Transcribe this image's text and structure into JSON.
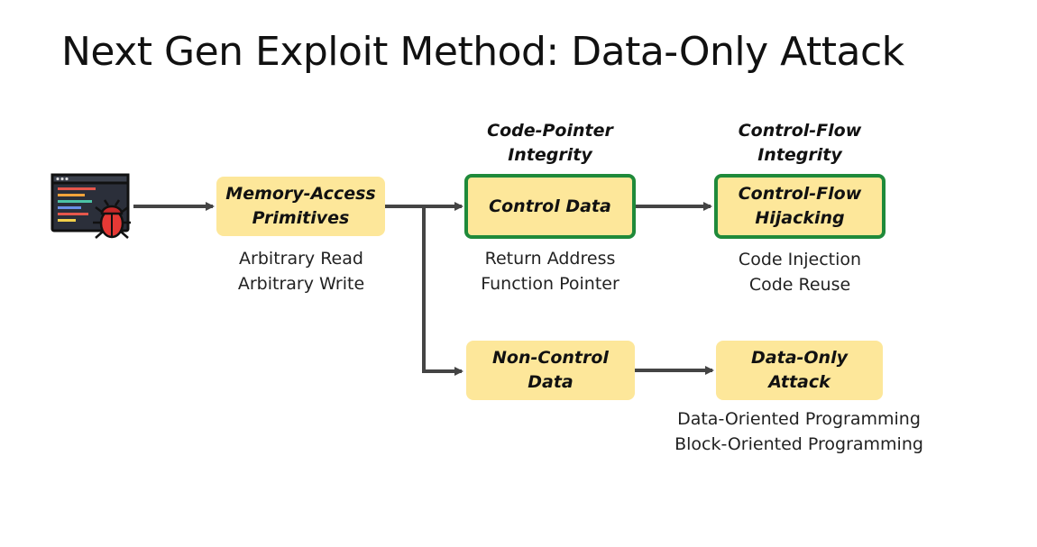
{
  "title": "Next Gen Exploit Method: Data-Only Attack",
  "icon": "buggy-program-window-icon",
  "colors": {
    "box_fill": "#fde79a",
    "protected_border": "#1f8a3a",
    "arrow": "#444444"
  },
  "nodes": {
    "memory_access": {
      "lines": [
        "Memory-Access",
        "Primitives"
      ],
      "caption": [
        "Arbitrary Read",
        "Arbitrary Write"
      ]
    },
    "control_data": {
      "lines": [
        "Control Data"
      ],
      "caption": [
        "Return Address",
        "Function Pointer"
      ],
      "defense": [
        "Code-Pointer",
        "Integrity"
      ]
    },
    "cf_hijacking": {
      "lines": [
        "Control-Flow",
        "Hijacking"
      ],
      "caption": [
        "Code Injection",
        "Code Reuse"
      ],
      "defense": [
        "Control-Flow",
        "Integrity"
      ]
    },
    "non_control": {
      "lines": [
        "Non-Control",
        "Data"
      ]
    },
    "data_only": {
      "lines": [
        "Data-Only",
        "Attack"
      ],
      "caption": [
        "Data-Oriented Programming",
        "Block-Oriented Programming"
      ]
    }
  }
}
